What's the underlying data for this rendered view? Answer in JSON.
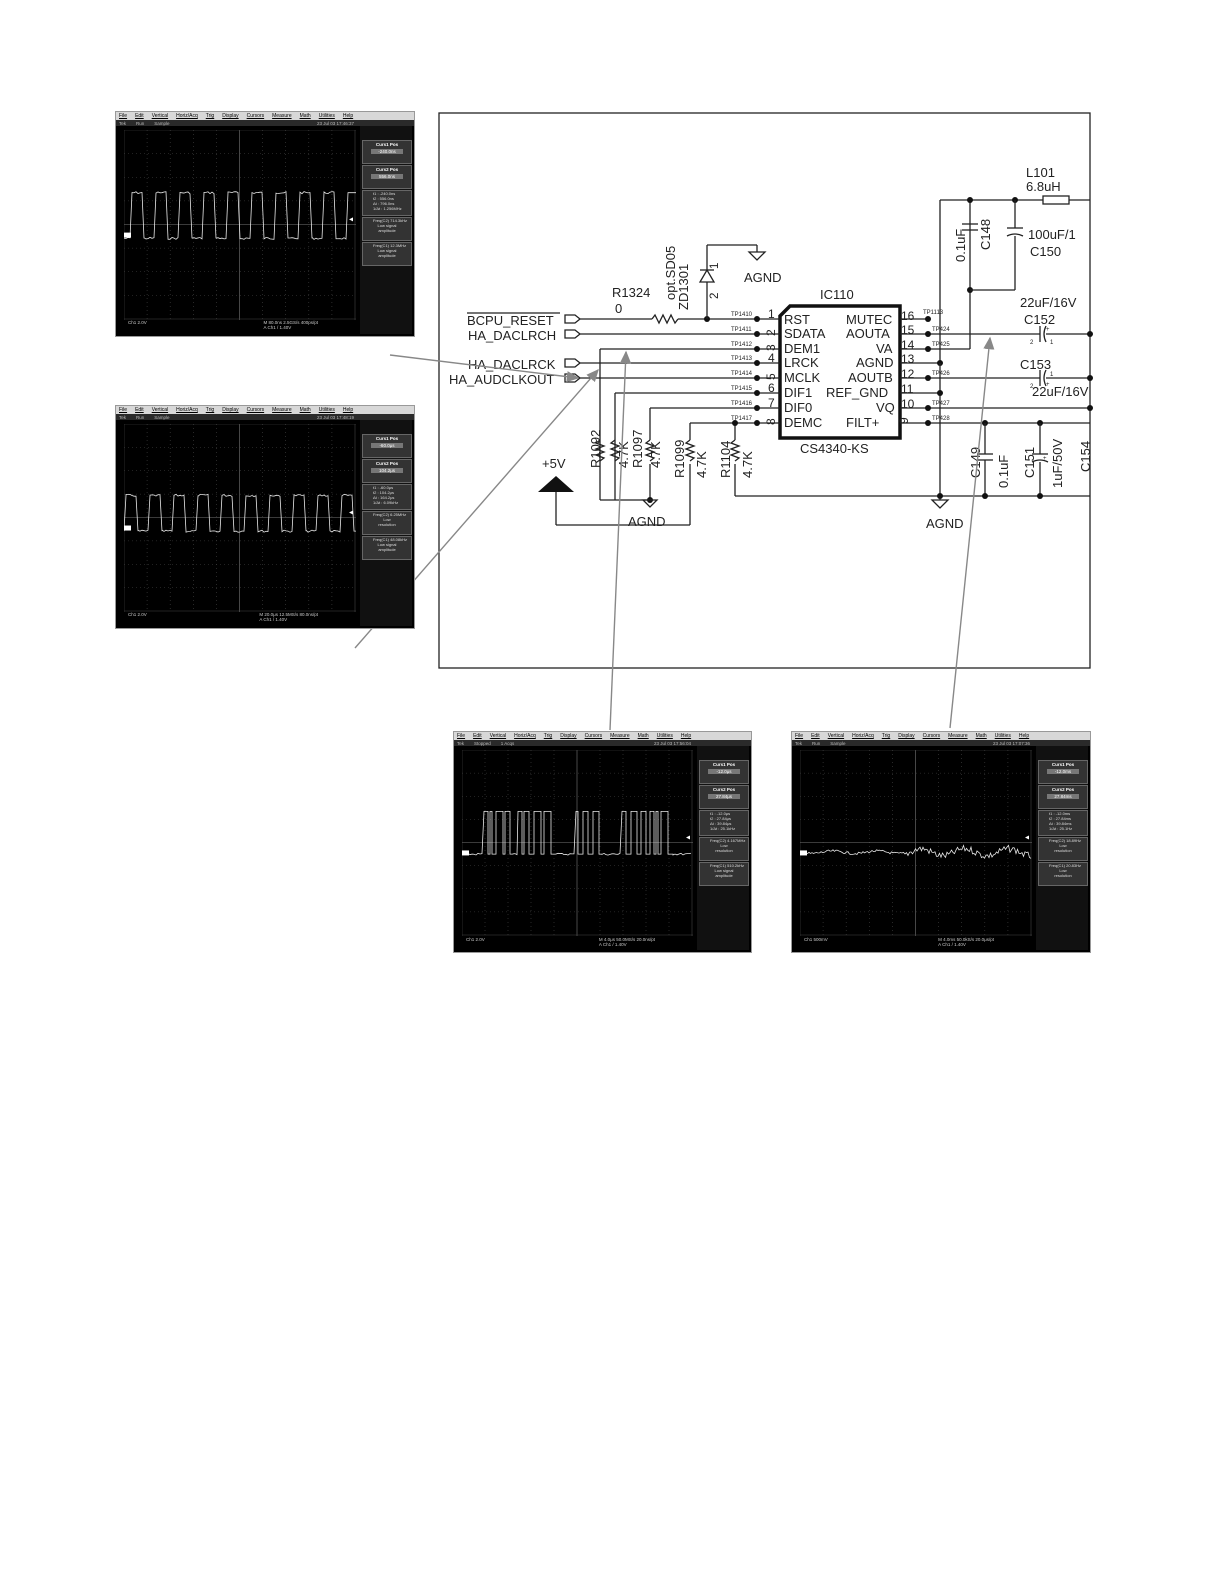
{
  "menu_items": [
    "File",
    "Edit",
    "Vertical",
    "Horiz/Acq",
    "Trig",
    "Display",
    "Cursors",
    "Measure",
    "Math",
    "Utilities",
    "Help"
  ],
  "scopes": {
    "scope1": {
      "status": [
        "Tek",
        "Run",
        "Sample"
      ],
      "date": "23 Jul 03 17:46:37",
      "buttons_label": "Buttons",
      "curs1_label": "Curs1 Pos",
      "curs1_value": "-240.0ns",
      "curs2_label": "Curs2 Pos",
      "curs2_value": "556.0ns",
      "readouts": [
        "t1 : -240.0ns",
        "t2 : 556.0ns",
        "Δt : 796.0ns",
        "1/Δt : 1.256MHz"
      ],
      "freq_c2": "Freq(C2) 714.3kHz",
      "freq_c2_note": [
        "Low signal",
        "amplitude"
      ],
      "freq_c1": "Freq(C1) 12.3MHz",
      "freq_c1_note": [
        "Low signal",
        "amplitude"
      ],
      "ch_label": "Ch1 2.0V",
      "timebase": "M 80.0ns 2.5GS/s 400ps/pt",
      "trigger": "A Ch1 / 1.40V"
    },
    "scope2": {
      "status": [
        "Tek",
        "Run",
        "Sample"
      ],
      "date": "23 Jul 03 17:48:19",
      "buttons_label": "Buttons",
      "curs1_label": "Curs1 Pos",
      "curs1_value": "-60.0μs",
      "curs2_label": "Curs2 Pos",
      "curs2_value": "104.2μs",
      "readouts": [
        "t1 : -60.0μs",
        "t2 : 104.2μs",
        "Δt : 164.2μs",
        "1/Δt : 6.09kHz"
      ],
      "freq_c2": "Freq(C2) 6.25MHz",
      "freq_c2_note": [
        "Low",
        "resolution"
      ],
      "freq_c1": "Freq(C1) 48.08kHz",
      "freq_c1_note": [
        "Low signal",
        "amplitude"
      ],
      "ch_label": "Ch1 2.0V",
      "timebase": "M 20.0μs 12.5MS/s 80.0ns/pt",
      "trigger": "A Ch1 / 1.40V"
    },
    "scope3": {
      "status": [
        "Tek",
        "Stopped",
        "1 Acqs"
      ],
      "date": "23 Jul 03 17:56:04",
      "buttons_label": "Buttons",
      "curs1_label": "Curs1 Pos",
      "curs1_value": "-12.0μs",
      "curs2_label": "Curs2 Pos",
      "curs2_value": "27.84μs",
      "readouts": [
        "t1 : -12.0μs",
        "t2 : 27.84μs",
        "Δt : 39.84μs",
        "1/Δt : 25.1kHz"
      ],
      "freq_c2": "Freq(C2) 4.167MHz",
      "freq_c2_note": [
        "Low",
        "resolution"
      ],
      "freq_c1": "Freq(C1) 510.2kHz",
      "freq_c1_note": [
        "Low signal",
        "amplitude"
      ],
      "ch_label": "Ch1 2.0V",
      "timebase": "M 4.0μs 50.0MS/s 20.0ns/pt",
      "trigger": "A Ch1 / 1.40V"
    },
    "scope4": {
      "status": [
        "Tek",
        "Run",
        "Sample"
      ],
      "date": "23 Jul 03 17:07:36",
      "buttons_label": "Buttons",
      "curs1_label": "Curs1 Pos",
      "curs1_value": "-12.0ms",
      "curs2_label": "Curs2 Pos",
      "curs2_value": "27.84ms",
      "readouts": [
        "t1 : -12.0ms",
        "t2 : 27.84ms",
        "Δt : 39.84ms",
        "1/Δt : 25.1Hz"
      ],
      "freq_c2": "Freq(C2) 18.89Hz",
      "freq_c2_note": [
        "Low",
        "resolution"
      ],
      "freq_c1": "Freq(C1) 20.83Hz",
      "freq_c1_note": [
        "Low",
        "resolution"
      ],
      "ch_label": "Ch1 500mV",
      "timebase": "M 4.0ms 50.0kS/s 20.0μs/pt",
      "trigger": "A Ch1 / 1.40V"
    }
  },
  "schematic": {
    "ic_ref": "IC110",
    "ic_part": "CS4340-KS",
    "left_pins": [
      "RST",
      "SDATA",
      "DEM1",
      "LRCK",
      "MCLK",
      "DIF1",
      "DIF0",
      "DEMC"
    ],
    "left_pin_nums": [
      "1",
      "2",
      "3",
      "4",
      "5",
      "6",
      "7",
      "8"
    ],
    "right_pins": [
      "MUTEC",
      "AOUTA",
      "VA",
      "AGND",
      "AOUTB",
      "REF_GND",
      "VQ",
      "FILT+"
    ],
    "right_pin_nums": [
      "16",
      "15",
      "14",
      "13",
      "12",
      "11",
      "10",
      "9"
    ],
    "signals": [
      "BCPU_RESET",
      "HA_DACLRCH",
      "HA_DACLRCK",
      "HA_AUDCLKOUT"
    ],
    "left_tps": [
      "TP1410",
      "TP1411",
      "TP1412",
      "TP1413",
      "TP1414",
      "TP1415",
      "TP1416",
      "TP1417"
    ],
    "right_tps": [
      "TP1113",
      "TP424",
      "TP425",
      "TP426",
      "TP427",
      "TP428"
    ],
    "r1324": "R1324",
    "r1324_val": "0",
    "diode": "ZD1301",
    "diode_opt": "opt.SD05",
    "diode_pin1": "1",
    "diode_pin2": "2",
    "agnd": "AGND",
    "plus5v": "+5V",
    "r1092": "R1092",
    "r1097": "R1097",
    "r1099": "R1099",
    "r1104": "R1104",
    "r_val": "4.7K",
    "l101": "L101",
    "l101_val": "6.8uH",
    "c148": "C148",
    "c148_val": "0.1uF",
    "c150": "C150",
    "c150_val": "100uF/1",
    "c152": "C152",
    "c152_val": "22uF/16V",
    "c153": "C153",
    "c153_val": "22uF/16V",
    "c149": "C149",
    "c149_val": "0.1uF",
    "c151": "C151",
    "c151_val": "1uF/50V",
    "c154": "C154",
    "cap_plus": "+",
    "cap_pin1": "1",
    "cap_pin2": "2"
  }
}
